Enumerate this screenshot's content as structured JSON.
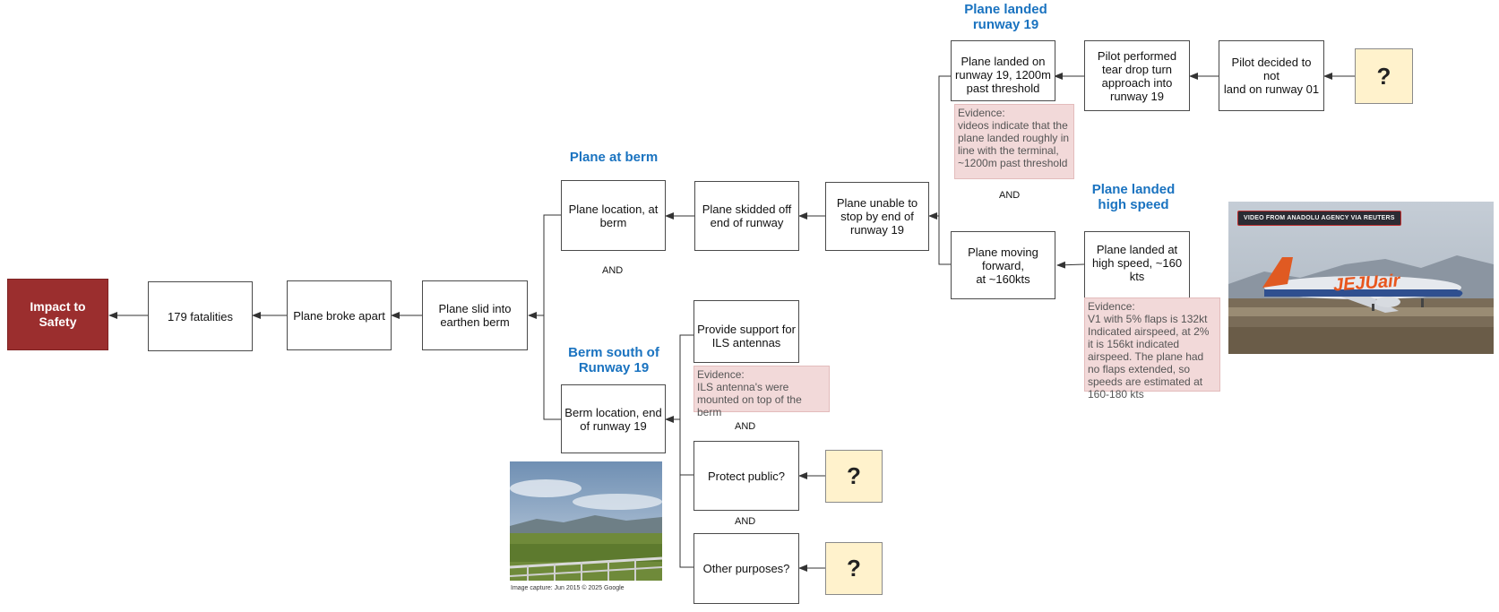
{
  "headings": {
    "landed_19": "Plane landed\nrunway 19",
    "at_berm": "Plane at berm",
    "high_speed": "Plane landed\nhigh speed",
    "berm_south": "Berm south of\nRunway 19"
  },
  "nodes": {
    "impact": "Impact to\nSafety",
    "fatalities": "179 fatalities",
    "broke_apart": "Plane broke apart",
    "slid_berm": "Plane slid into\nearthen berm",
    "location_berm": "Plane location, at\nberm",
    "skidded": "Plane skidded off\nend of runway",
    "unable_stop": "Plane unable to\nstop by end of\nrunway 19",
    "landed_19": "Plane landed on\nrunway 19, 1200m\npast threshold",
    "teardrop": "Pilot performed\ntear drop turn\napproach into\nrunway 19",
    "decided": "Pilot decided to not\nland on runway 01",
    "moving": "Plane moving\nforward,\nat ~160kts",
    "high_speed": "Plane landed at\nhigh speed, ~160\nkts",
    "berm_location": "Berm location, end\nof runway 19",
    "ils": "Provide support for\nILS antennas",
    "protect": "Protect public?",
    "other": "Other purposes?"
  },
  "unknown_mark": "?",
  "and_label": "AND",
  "evidence": {
    "landed": "Evidence:\nvideos indicate that the plane landed roughly in line with the terminal, ~1200m past threshold",
    "speed": "Evidence:\nV1 with 5% flaps is 132kt Indicated airspeed, at 2% it is 156kt indicated airspeed. The plane had no flaps extended, so speeds are estimated at 160-180 kts",
    "ils": "Evidence:\nILS antenna's were mounted on top of the berm"
  },
  "photos": {
    "plane_badge": "VIDEO FROM ANADOLU AGENCY VIA REUTERS",
    "plane_livery": "JEJUair",
    "berm_caption": "Image capture: Jun 2015 © 2025 Google"
  },
  "colors": {
    "impact_fill": "#9b2e2e",
    "heading_blue": "#1a73c0",
    "evidence_fill": "#f2d9d9",
    "question_fill": "#fff2cc"
  }
}
